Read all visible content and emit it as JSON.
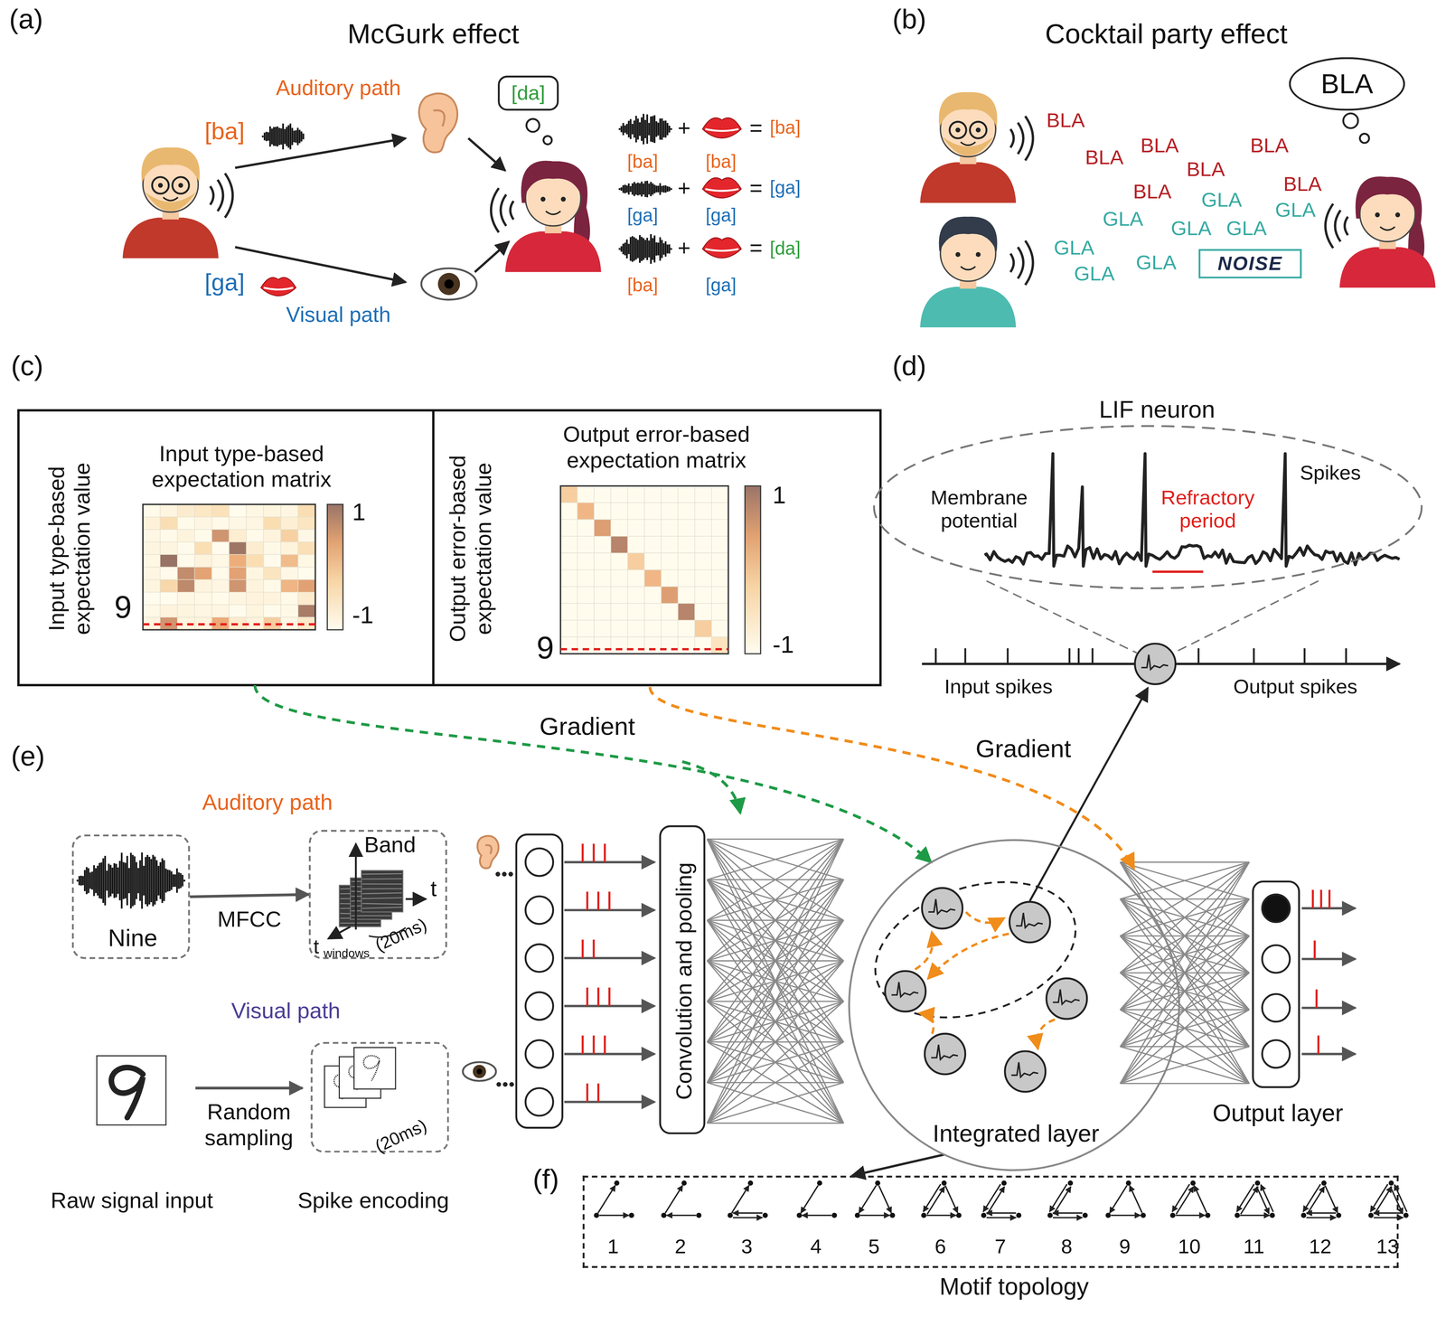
{
  "diagram": {
    "nodes": [
      {
        "text": [
          "[da]"
        ]
      },
      {
        "text": [
          "BLA"
        ]
      },
      {
        "text": [
          "NOISE"
        ]
      },
      {
        "text": [
          "Input type-based expectation value",
          "Input type-based expectation matrix",
          "9",
          "1",
          "-1"
        ]
      },
      {
        "text": [
          "Output error-based expectation value",
          "Output error-based expectation matrix",
          "9",
          "1",
          "-1"
        ]
      },
      {
        "text": [
          "LIF neuron",
          "Membrane potential",
          "Refractory period",
          "Spikes"
        ]
      },
      {
        "text": [
          "Nine"
        ]
      },
      {
        "text": [
          "Band",
          "t",
          "t",
          "windows",
          "(20ms)"
        ]
      },
      {
        "text": [
          "(20ms)"
        ]
      },
      {
        "text": [
          "Convolution and pooling"
        ]
      },
      {
        "text": [
          "Integrated layer"
        ]
      },
      {
        "text": [
          "Output layer"
        ]
      },
      {
        "text": [
          "1",
          "2",
          "3",
          "4",
          "5",
          "6",
          "7",
          "8",
          "9",
          "10",
          "11",
          "12",
          "13",
          "Motif topology"
        ]
      }
    ],
    "edges": [
      {
        "from": 6,
        "to": 7,
        "label": "MFCC",
        "arrow": "to"
      },
      {
        "from": 3,
        "to": 10,
        "label": "Gradient",
        "arrow": "to"
      },
      {
        "from": 10,
        "to": 12,
        "arrow": "to"
      }
    ],
    "labels": [
      "(a)",
      "McGurk effect",
      "Auditory path",
      "[ba]",
      "[ga]",
      "Visual path",
      "+",
      "=",
      "[ba]",
      "[ba]",
      "[ba]",
      "+",
      "=",
      "[ga]",
      "[ga]",
      "[ga]",
      "+",
      "=",
      "[da]",
      "[ba]",
      "[ga]",
      "(b)",
      "Cocktail party effect",
      "BLA",
      "BLA",
      "BLA",
      "BLA",
      "BLA",
      "BLA",
      "BLA",
      "GLA",
      "GLA",
      "GLA",
      "GLA",
      "GLA",
      "GLA",
      "GLA",
      "GLA",
      "(c)",
      "(d)",
      "Input spikes",
      "Output spikes",
      "(e)",
      "Gradient",
      "Auditory path",
      "Visual path",
      "Random sampling",
      "Raw signal input",
      "Spike encoding",
      "(f)"
    ]
  }
}
